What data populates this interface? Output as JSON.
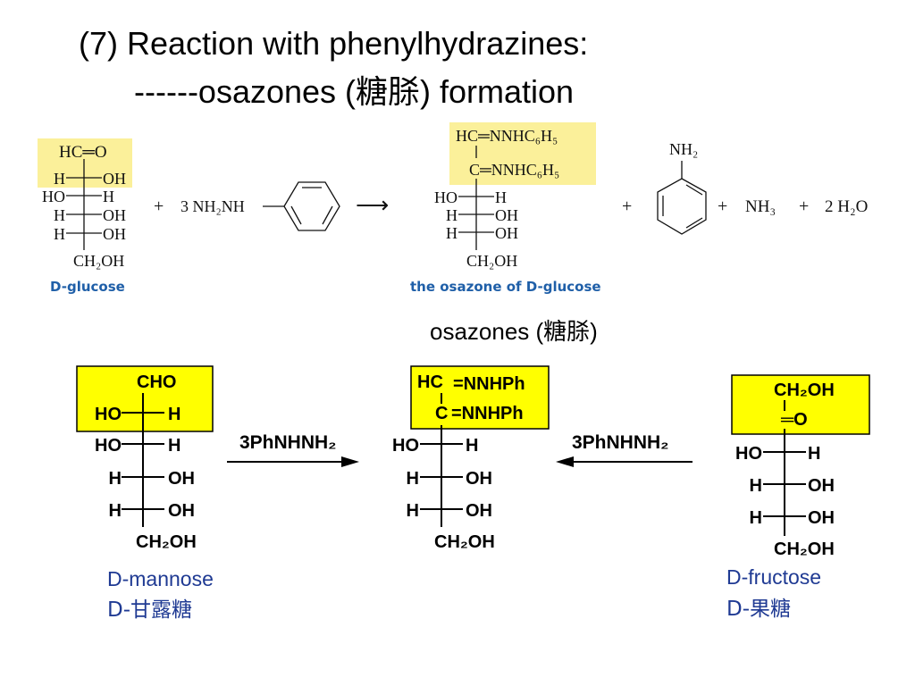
{
  "title": {
    "line1": "(7) Reaction with phenylhydrazines:",
    "line2": "------osazones (糖脎) formation"
  },
  "top_reaction": {
    "glucose": {
      "c1": "HC═O",
      "r2_left": "H",
      "r2_right": "OH",
      "r3_left": "HO",
      "r3_right": "H",
      "r4_left": "H",
      "r4_right": "OH",
      "r5_left": "H",
      "r5_right": "OH",
      "bottom": "CH₂OH",
      "caption": "D-glucose"
    },
    "plus1": "+",
    "reagent": "3 NH₂NH",
    "arrow": "⟶",
    "osazone": {
      "c1": "HC═NNHC₆H₅",
      "c2": "C═NNHC₆H₅",
      "r3_left": "HO",
      "r3_right": "H",
      "r4_left": "H",
      "r4_right": "OH",
      "r5_left": "H",
      "r5_right": "OH",
      "bottom": "CH₂OH",
      "caption": "the osazone of D-glucose"
    },
    "plus2": "+",
    "aniline_label": "NH₂",
    "plus3": "+",
    "nh3": "NH₃",
    "plus4": "+",
    "water": "2 H₂O"
  },
  "osazones_label": "osazones (糖脎)",
  "bottom_reaction": {
    "mannose": {
      "c1": "CHO",
      "r2_left": "HO",
      "r2_right": "H",
      "r3_left": "HO",
      "r3_right": "H",
      "r4_left": "H",
      "r4_right": "OH",
      "r5_left": "H",
      "r5_right": "OH",
      "bottom": "CH₂OH",
      "name_en": "D-mannose",
      "name_cn": "D-甘露糖"
    },
    "left_reagent": "3PhNHNH₂",
    "center": {
      "c1_a": "HC",
      "c1_b": "=NNHPh",
      "c2_a": "C",
      "c2_b": "=NNHPh",
      "r3_left": "HO",
      "r3_right": "H",
      "r4_left": "H",
      "r4_right": "OH",
      "r5_left": "H",
      "r5_right": "OH",
      "bottom": "CH₂OH"
    },
    "right_reagent": "3PhNHNH₂",
    "fructose": {
      "c1": "CH₂OH",
      "c2": "═O",
      "r3_left": "HO",
      "r3_right": "H",
      "r4_left": "H",
      "r4_right": "OH",
      "r5_left": "H",
      "r5_right": "OH",
      "bottom": "CH₂OH",
      "name_en": "D-fructose",
      "name_cn": "D-果糖"
    }
  },
  "colors": {
    "highlight_pale": "#fbf09a",
    "highlight_yellow": "#ffff00",
    "caption_blue": "#1f5fa8",
    "name_blue": "#1f3a93"
  }
}
